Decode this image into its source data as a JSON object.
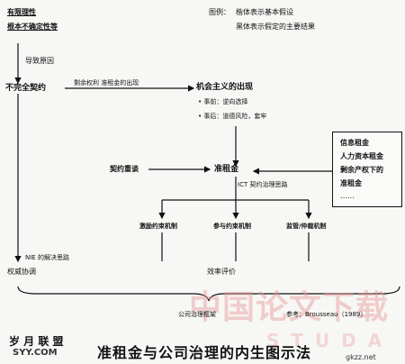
{
  "top_left": {
    "line1": "有限理性",
    "line2": "根本不确定性等"
  },
  "legend": {
    "label": "图例：",
    "italic_note": "楷体表示基本假设",
    "bold_note": "黑体表示假定的主要结果"
  },
  "cause_label": "导致原因",
  "incomplete_contract": "不完全契约",
  "residual_rights_arrow": "剩余权利  准租金的出现",
  "opportunism": "机会主义的出现",
  "ex_ante": "事前：逆向选择",
  "ex_post": "事后：道德风险，套牢",
  "renegotiation": "契约重谈",
  "quasi_rent": "准租金",
  "ict_path": "ICT 契约治理思路",
  "rent_list": [
    "信息租金",
    "人力资本租金",
    "剩余产权下的",
    "准租金",
    "……"
  ],
  "mechanisms": [
    "激励约束机制",
    "参与约束机制",
    "监管/仲裁机制"
  ],
  "nie_path": "NIE 的解决思路",
  "authority": "权威协调",
  "efficiency": "效率评价",
  "framework": "公司治理框架",
  "reference": "参考：Brousseau（1989）",
  "caption": "准租金与公司治理的内生图示法",
  "watermark": "中国论文下载",
  "watermark_url": "S T U D A",
  "logo_left": {
    "text1": "岁 月 联 盟",
    "text2": "SYY.COM"
  },
  "logo_right": "gkzz.net"
}
